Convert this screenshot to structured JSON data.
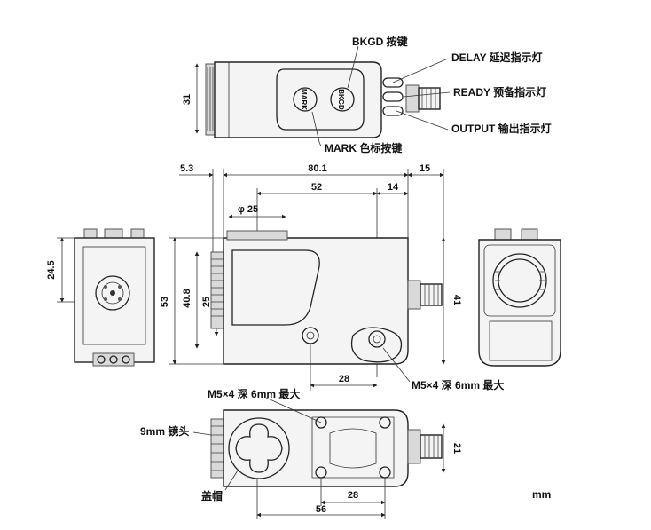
{
  "callouts": {
    "bkgd": "BKGD 按键",
    "delay": "DELAY 延迟指示灯",
    "ready": "READY 预备指示灯",
    "output": "OUTPUT 输出指示灯",
    "mark": "MARK 色标按键",
    "mounting_hole_right": "M5×4 深 6mm 最大",
    "mounting_hole_bottom": "M5×4 深 6mm 最大",
    "lens": "9mm 镜头",
    "cap": "盖帽"
  },
  "buttons": {
    "mark_text": "MARK",
    "bkgd_text": "BKGD"
  },
  "dims": {
    "top_height": "31",
    "offset_5_3": "5.3",
    "length_80_1": "80.1",
    "pitch_15": "15",
    "len_52": "52",
    "len_14": "14",
    "phi_25": "φ 25",
    "height_53": "53",
    "height_40_8": "40.8",
    "height_25": "25",
    "height_41": "41",
    "left_24_5": "24.5",
    "hole_28_front": "28",
    "hole_28_bottom": "28",
    "width_56": "56",
    "height_21": "21"
  },
  "unit": "mm"
}
